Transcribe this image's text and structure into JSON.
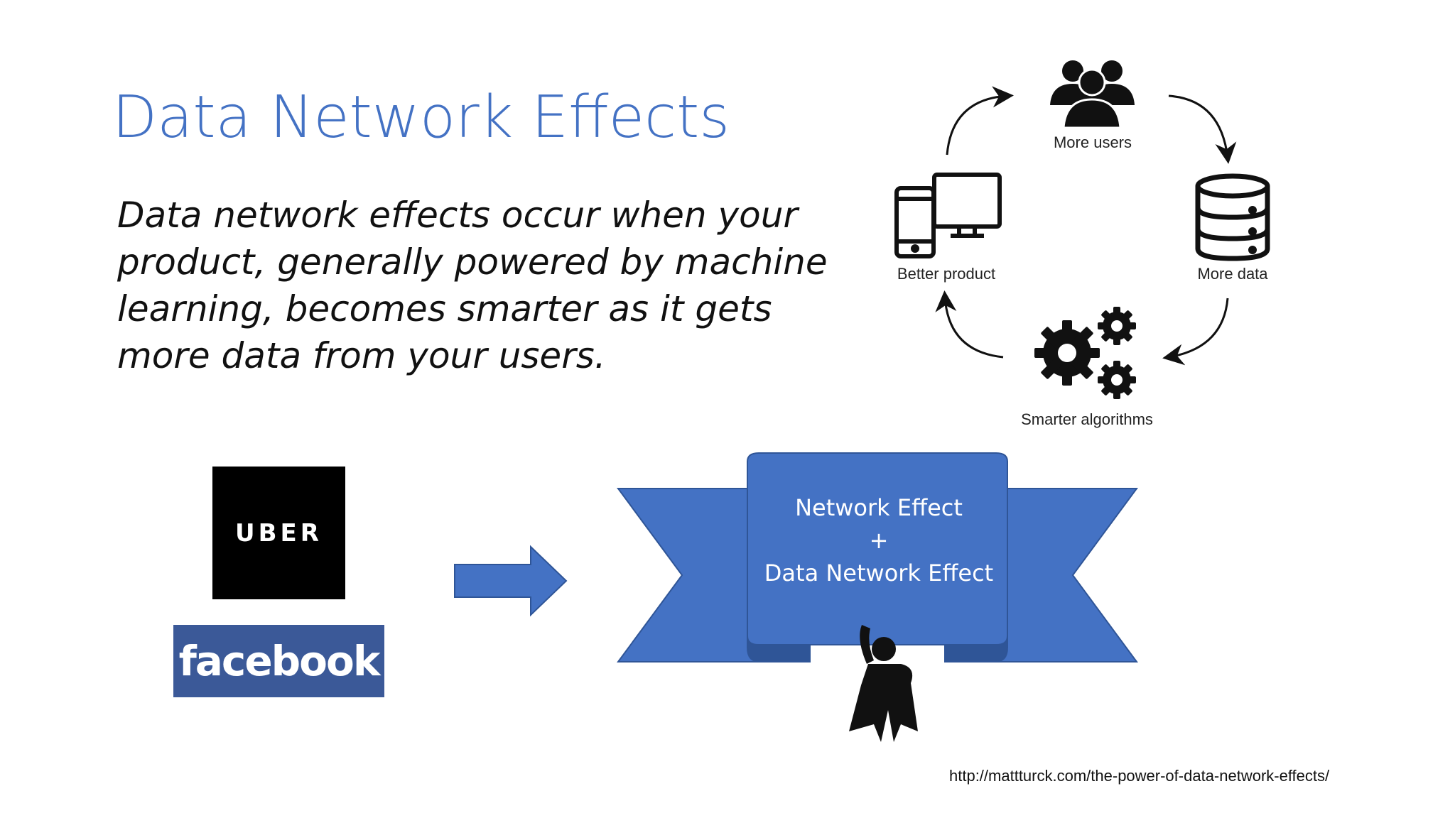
{
  "slide": {
    "title": "Data Network Effects",
    "definition": "Data network effects occur when your product, generally powered by machine learning, becomes smarter as it gets more data from your users.",
    "source_url": "http://mattturck.com/the-power-of-data-network-effects/"
  },
  "cycle": {
    "nodes": [
      {
        "label": "More users",
        "icon": "users-group-icon"
      },
      {
        "label": "More data",
        "icon": "database-icon"
      },
      {
        "label": "Smarter algorithms",
        "icon": "gears-icon"
      },
      {
        "label": "Better product",
        "icon": "devices-icon"
      }
    ]
  },
  "logos": {
    "uber": "UBER",
    "facebook": "facebook"
  },
  "banner": {
    "line1": "Network Effect",
    "line2": "+",
    "line3": "Data Network Effect"
  },
  "colors": {
    "title_blue": "#4472c4",
    "banner_blue": "#4472c4",
    "banner_dark": "#2f5597",
    "facebook_blue": "#3b5998"
  }
}
